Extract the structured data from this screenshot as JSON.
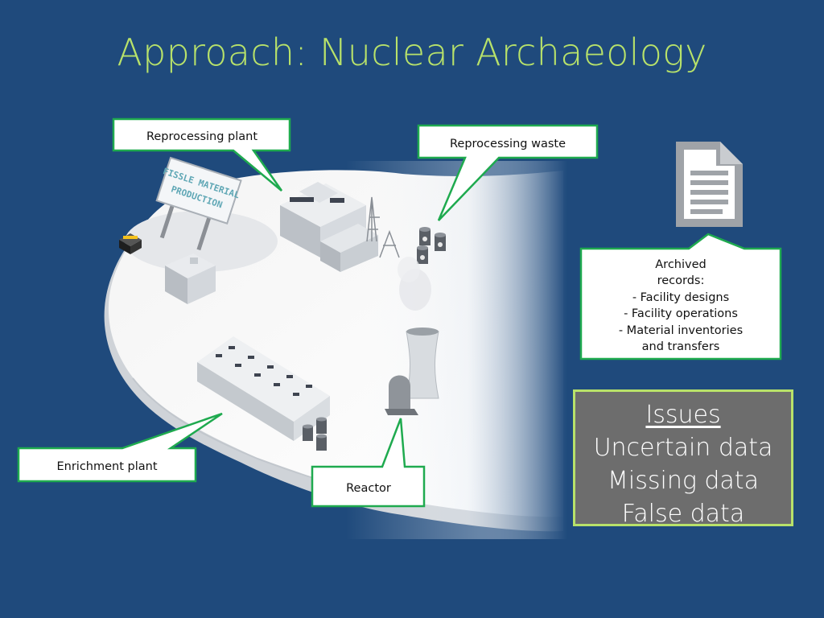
{
  "title": "Approach: Nuclear Archaeology",
  "billboard": {
    "line1": "FISSLE MATERIAL",
    "line2": "PRODUCTION"
  },
  "callouts": {
    "reprocessing_plant": "Reprocessing plant",
    "reprocessing_waste": "Reprocessing waste",
    "enrichment_plant": "Enrichment plant",
    "reactor": "Reactor"
  },
  "archive": {
    "lines": [
      "Archived",
      "records:",
      "- Facility designs",
      "- Facility operations",
      "- Material inventories",
      "and transfers"
    ]
  },
  "issues": {
    "heading": "Issues",
    "items": [
      "Uncertain data",
      "Missing data",
      "False data"
    ]
  },
  "colors": {
    "background": "#1f4a7c",
    "accent_green": "#b8e26a",
    "callout_border": "#1faa4f",
    "issues_fill": "#6d6d6d"
  }
}
